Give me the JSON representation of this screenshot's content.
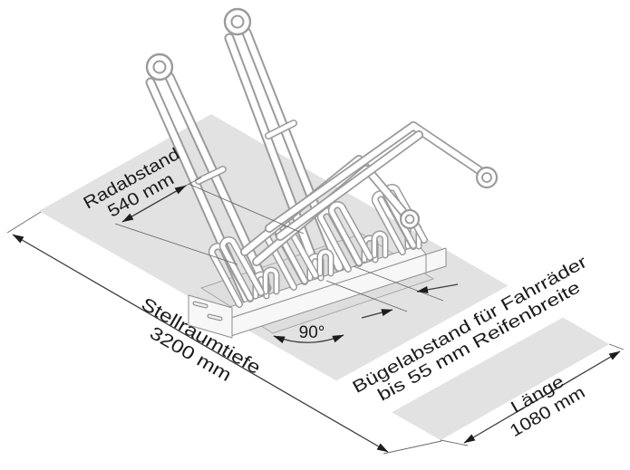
{
  "diagram_type": "technical-dimension-drawing",
  "subject": "bicycle-parking-rack",
  "labels": {
    "radabstand": {
      "name": "Radabstand",
      "value": "540 mm"
    },
    "stellraumtiefe": {
      "name": "Stellraumtiefe",
      "value": "3200 mm"
    },
    "angle": {
      "value": "90°"
    },
    "buegelabstand": {
      "line1": "Bügelabstand für Fahrräder",
      "line2": "bis 55 mm Reifenbreite"
    },
    "laenge": {
      "name": "Länge",
      "value": "1080 mm"
    }
  },
  "colors": {
    "background": "#ffffff",
    "floor": "#e2e2e2",
    "tube_outline": "#9b9b9b",
    "dimension_line": "#3c3c3c",
    "arrow": "#1d1d1d",
    "text": "#1b1b1b"
  }
}
